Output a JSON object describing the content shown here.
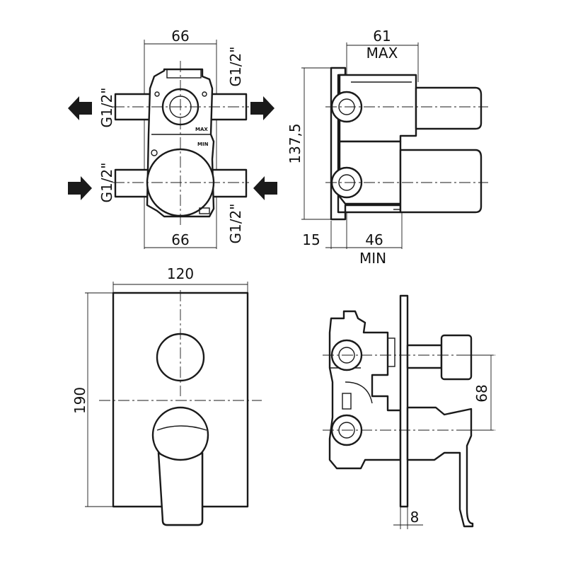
{
  "top_left_view": {
    "dim_top": "66",
    "dim_bottom": "66",
    "thread_top_right": "G1/2\"",
    "thread_left_upper": "G1/2\"",
    "thread_left_lower": "G1/2\"",
    "thread_bottom_right": "G1/2\"",
    "body_label_max": "MAX",
    "body_label_min": "MIN"
  },
  "top_right_view": {
    "dim_depth_max": "61",
    "label_max": "MAX",
    "dim_height": "137,5",
    "dim_offset": "15",
    "dim_depth_min": "46",
    "label_min": "MIN"
  },
  "bottom_left_view": {
    "dim_width": "120",
    "dim_height": "190"
  },
  "bottom_right_view": {
    "dim_spacing": "68",
    "dim_plate": "8"
  }
}
